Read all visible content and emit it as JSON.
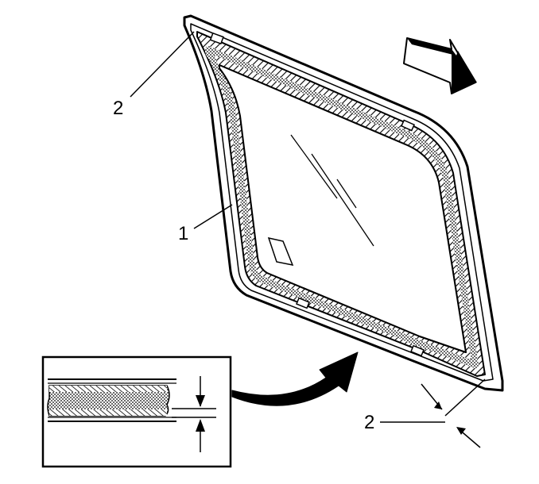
{
  "callouts": {
    "top_left": "2",
    "glass": "1",
    "bottom_right": "2"
  },
  "icons": {
    "direction_arrow": "forward-arrow-icon",
    "detail_arrow": "curved-arrow-icon"
  },
  "colors": {
    "ink": "#000000",
    "background": "#ffffff",
    "stipple": "#9a9a9a"
  }
}
